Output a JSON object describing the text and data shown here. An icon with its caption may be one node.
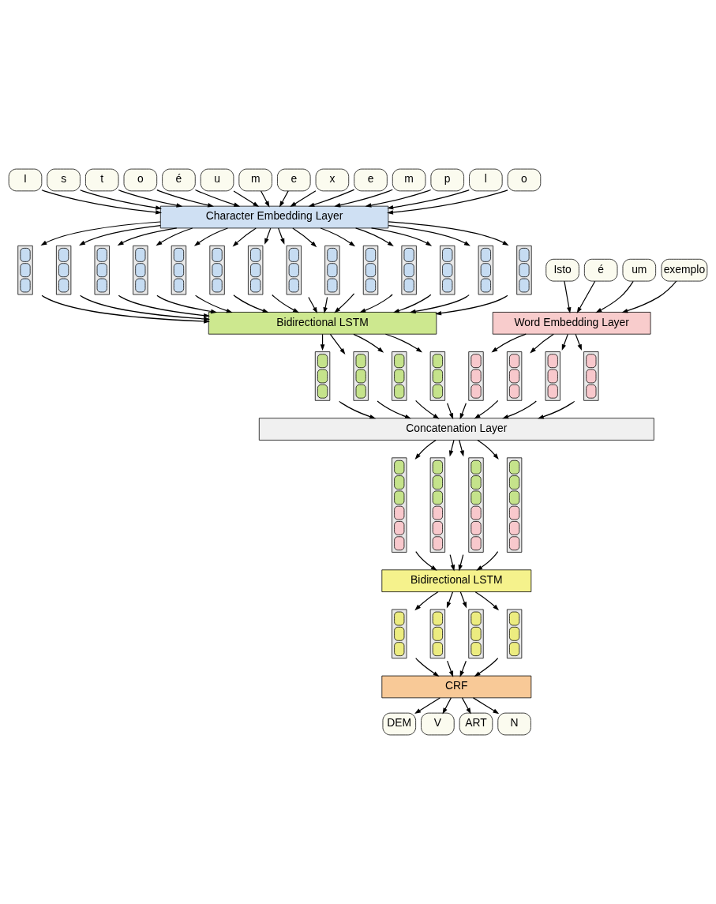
{
  "diagram": {
    "nodes": [
      {
        "text": [
          "I"
        ]
      },
      {
        "text": [
          "s"
        ]
      },
      {
        "text": [
          "t"
        ]
      },
      {
        "text": [
          "o"
        ]
      },
      {
        "text": [
          "é"
        ]
      },
      {
        "text": [
          "u"
        ]
      },
      {
        "text": [
          "m"
        ]
      },
      {
        "text": [
          "e"
        ]
      },
      {
        "text": [
          "x"
        ]
      },
      {
        "text": [
          "e"
        ]
      },
      {
        "text": [
          "m"
        ]
      },
      {
        "text": [
          "p"
        ]
      },
      {
        "text": [
          "l"
        ]
      },
      {
        "text": [
          "o"
        ]
      },
      {
        "text": [
          "Character Embedding Layer"
        ]
      },
      {
        "text": [],
        "shape": "box"
      },
      {
        "text": [],
        "shape": "box"
      },
      {
        "text": [],
        "shape": "box"
      },
      {
        "text": [],
        "shape": "box"
      },
      {
        "text": [],
        "shape": "box"
      },
      {
        "text": [],
        "shape": "box"
      },
      {
        "text": [],
        "shape": "box"
      },
      {
        "text": [],
        "shape": "box"
      },
      {
        "text": [],
        "shape": "box"
      },
      {
        "text": [],
        "shape": "box"
      },
      {
        "text": [],
        "shape": "box"
      },
      {
        "text": [],
        "shape": "box"
      },
      {
        "text": [],
        "shape": "box"
      },
      {
        "text": [],
        "shape": "box"
      },
      {
        "text": [
          "Isto"
        ]
      },
      {
        "text": [
          "é"
        ]
      },
      {
        "text": [
          "um"
        ]
      },
      {
        "text": [
          "exemplo"
        ]
      },
      {
        "text": [
          "Bidirectional LSTM"
        ]
      },
      {
        "text": [
          "Word Embedding Layer"
        ]
      },
      {
        "text": [],
        "shape": "box"
      },
      {
        "text": [],
        "shape": "box"
      },
      {
        "text": [],
        "shape": "box"
      },
      {
        "text": [],
        "shape": "box"
      },
      {
        "text": [],
        "shape": "box"
      },
      {
        "text": [],
        "shape": "box"
      },
      {
        "text": [],
        "shape": "box"
      },
      {
        "text": [],
        "shape": "box"
      },
      {
        "text": [
          "Concatenation Layer"
        ]
      },
      {
        "text": [],
        "shape": "box"
      },
      {
        "text": [],
        "shape": "box"
      },
      {
        "text": [],
        "shape": "box"
      },
      {
        "text": [],
        "shape": "box"
      },
      {
        "text": [
          "Bidirectional LSTM"
        ]
      },
      {
        "text": [],
        "shape": "box"
      },
      {
        "text": [],
        "shape": "box"
      },
      {
        "text": [],
        "shape": "box"
      },
      {
        "text": [],
        "shape": "box"
      },
      {
        "text": [
          "CRF"
        ]
      },
      {
        "text": [
          "DEM"
        ]
      },
      {
        "text": [
          "V"
        ]
      },
      {
        "text": [
          "ART"
        ]
      },
      {
        "text": [
          "N"
        ]
      }
    ],
    "edges": [
      {
        "from": 0,
        "to": 14,
        "arrow": "to"
      },
      {
        "from": 1,
        "to": 14,
        "arrow": "to"
      },
      {
        "from": 2,
        "to": 14,
        "arrow": "to"
      },
      {
        "from": 3,
        "to": 14,
        "arrow": "to"
      },
      {
        "from": 4,
        "to": 14,
        "arrow": "to"
      },
      {
        "from": 5,
        "to": 14,
        "arrow": "to"
      },
      {
        "from": 6,
        "to": 14,
        "arrow": "to"
      },
      {
        "from": 7,
        "to": 14,
        "arrow": "to"
      },
      {
        "from": 8,
        "to": 14,
        "arrow": "to"
      },
      {
        "from": 9,
        "to": 14,
        "arrow": "to"
      },
      {
        "from": 10,
        "to": 14,
        "arrow": "to"
      },
      {
        "from": 11,
        "to": 14,
        "arrow": "to"
      },
      {
        "from": 12,
        "to": 14,
        "arrow": "to"
      },
      {
        "from": 13,
        "to": 14,
        "arrow": "to"
      },
      {
        "from": 14,
        "to": 15,
        "arrow": "to"
      },
      {
        "from": 14,
        "to": 16,
        "arrow": "to"
      },
      {
        "from": 14,
        "to": 17,
        "arrow": "to"
      },
      {
        "from": 14,
        "to": 18,
        "arrow": "to"
      },
      {
        "from": 14,
        "to": 19,
        "arrow": "to"
      },
      {
        "from": 14,
        "to": 20,
        "arrow": "to"
      },
      {
        "from": 14,
        "to": 21,
        "arrow": "to"
      },
      {
        "from": 14,
        "to": 22,
        "arrow": "to"
      },
      {
        "from": 14,
        "to": 23,
        "arrow": "to"
      },
      {
        "from": 14,
        "to": 24,
        "arrow": "to"
      },
      {
        "from": 14,
        "to": 25,
        "arrow": "to"
      },
      {
        "from": 14,
        "to": 26,
        "arrow": "to"
      },
      {
        "from": 14,
        "to": 27,
        "arrow": "to"
      },
      {
        "from": 14,
        "to": 28,
        "arrow": "to"
      },
      {
        "from": 15,
        "to": 33,
        "arrow": "to"
      },
      {
        "from": 16,
        "to": 33,
        "arrow": "to"
      },
      {
        "from": 17,
        "to": 33,
        "arrow": "to"
      },
      {
        "from": 18,
        "to": 33,
        "arrow": "to"
      },
      {
        "from": 19,
        "to": 33,
        "arrow": "to"
      },
      {
        "from": 20,
        "to": 33,
        "arrow": "to"
      },
      {
        "from": 21,
        "to": 33,
        "arrow": "to"
      },
      {
        "from": 22,
        "to": 33,
        "arrow": "to"
      },
      {
        "from": 23,
        "to": 33,
        "arrow": "to"
      },
      {
        "from": 24,
        "to": 33,
        "arrow": "to"
      },
      {
        "from": 25,
        "to": 33,
        "arrow": "to"
      },
      {
        "from": 26,
        "to": 33,
        "arrow": "to"
      },
      {
        "from": 27,
        "to": 33,
        "arrow": "to"
      },
      {
        "from": 28,
        "to": 33,
        "arrow": "to"
      },
      {
        "from": 29,
        "to": 34,
        "arrow": "to"
      },
      {
        "from": 30,
        "to": 34,
        "arrow": "to"
      },
      {
        "from": 31,
        "to": 34,
        "arrow": "to"
      },
      {
        "from": 32,
        "to": 34,
        "arrow": "to"
      },
      {
        "from": 33,
        "to": 35,
        "arrow": "to"
      },
      {
        "from": 33,
        "to": 36,
        "arrow": "to"
      },
      {
        "from": 33,
        "to": 37,
        "arrow": "to"
      },
      {
        "from": 33,
        "to": 38,
        "arrow": "to"
      },
      {
        "from": 34,
        "to": 39,
        "arrow": "to"
      },
      {
        "from": 34,
        "to": 40,
        "arrow": "to"
      },
      {
        "from": 34,
        "to": 41,
        "arrow": "to"
      },
      {
        "from": 34,
        "to": 42,
        "arrow": "to"
      },
      {
        "from": 35,
        "to": 43,
        "arrow": "to"
      },
      {
        "from": 36,
        "to": 43,
        "arrow": "to"
      },
      {
        "from": 37,
        "to": 43,
        "arrow": "to"
      },
      {
        "from": 38,
        "to": 43,
        "arrow": "to"
      },
      {
        "from": 39,
        "to": 43,
        "arrow": "to"
      },
      {
        "from": 40,
        "to": 43,
        "arrow": "to"
      },
      {
        "from": 41,
        "to": 43,
        "arrow": "to"
      },
      {
        "from": 42,
        "to": 43,
        "arrow": "to"
      },
      {
        "from": 43,
        "to": 44,
        "arrow": "to"
      },
      {
        "from": 43,
        "to": 45,
        "arrow": "to"
      },
      {
        "from": 43,
        "to": 46,
        "arrow": "to"
      },
      {
        "from": 43,
        "to": 47,
        "arrow": "to"
      },
      {
        "from": 44,
        "to": 48,
        "arrow": "to"
      },
      {
        "from": 45,
        "to": 48,
        "arrow": "to"
      },
      {
        "from": 46,
        "to": 48,
        "arrow": "to"
      },
      {
        "from": 47,
        "to": 48,
        "arrow": "to"
      },
      {
        "from": 48,
        "to": 49,
        "arrow": "to"
      },
      {
        "from": 48,
        "to": 50,
        "arrow": "to"
      },
      {
        "from": 48,
        "to": 51,
        "arrow": "to"
      },
      {
        "from": 48,
        "to": 52,
        "arrow": "to"
      },
      {
        "from": 49,
        "to": 53,
        "arrow": "to"
      },
      {
        "from": 50,
        "to": 53,
        "arrow": "to"
      },
      {
        "from": 51,
        "to": 53,
        "arrow": "to"
      },
      {
        "from": 52,
        "to": 53,
        "arrow": "to"
      },
      {
        "from": 53,
        "to": 54,
        "arrow": "to"
      },
      {
        "from": 53,
        "to": 55,
        "arrow": "to"
      },
      {
        "from": 53,
        "to": 56,
        "arrow": "to"
      },
      {
        "from": 53,
        "to": 57,
        "arrow": "to"
      }
    ]
  }
}
